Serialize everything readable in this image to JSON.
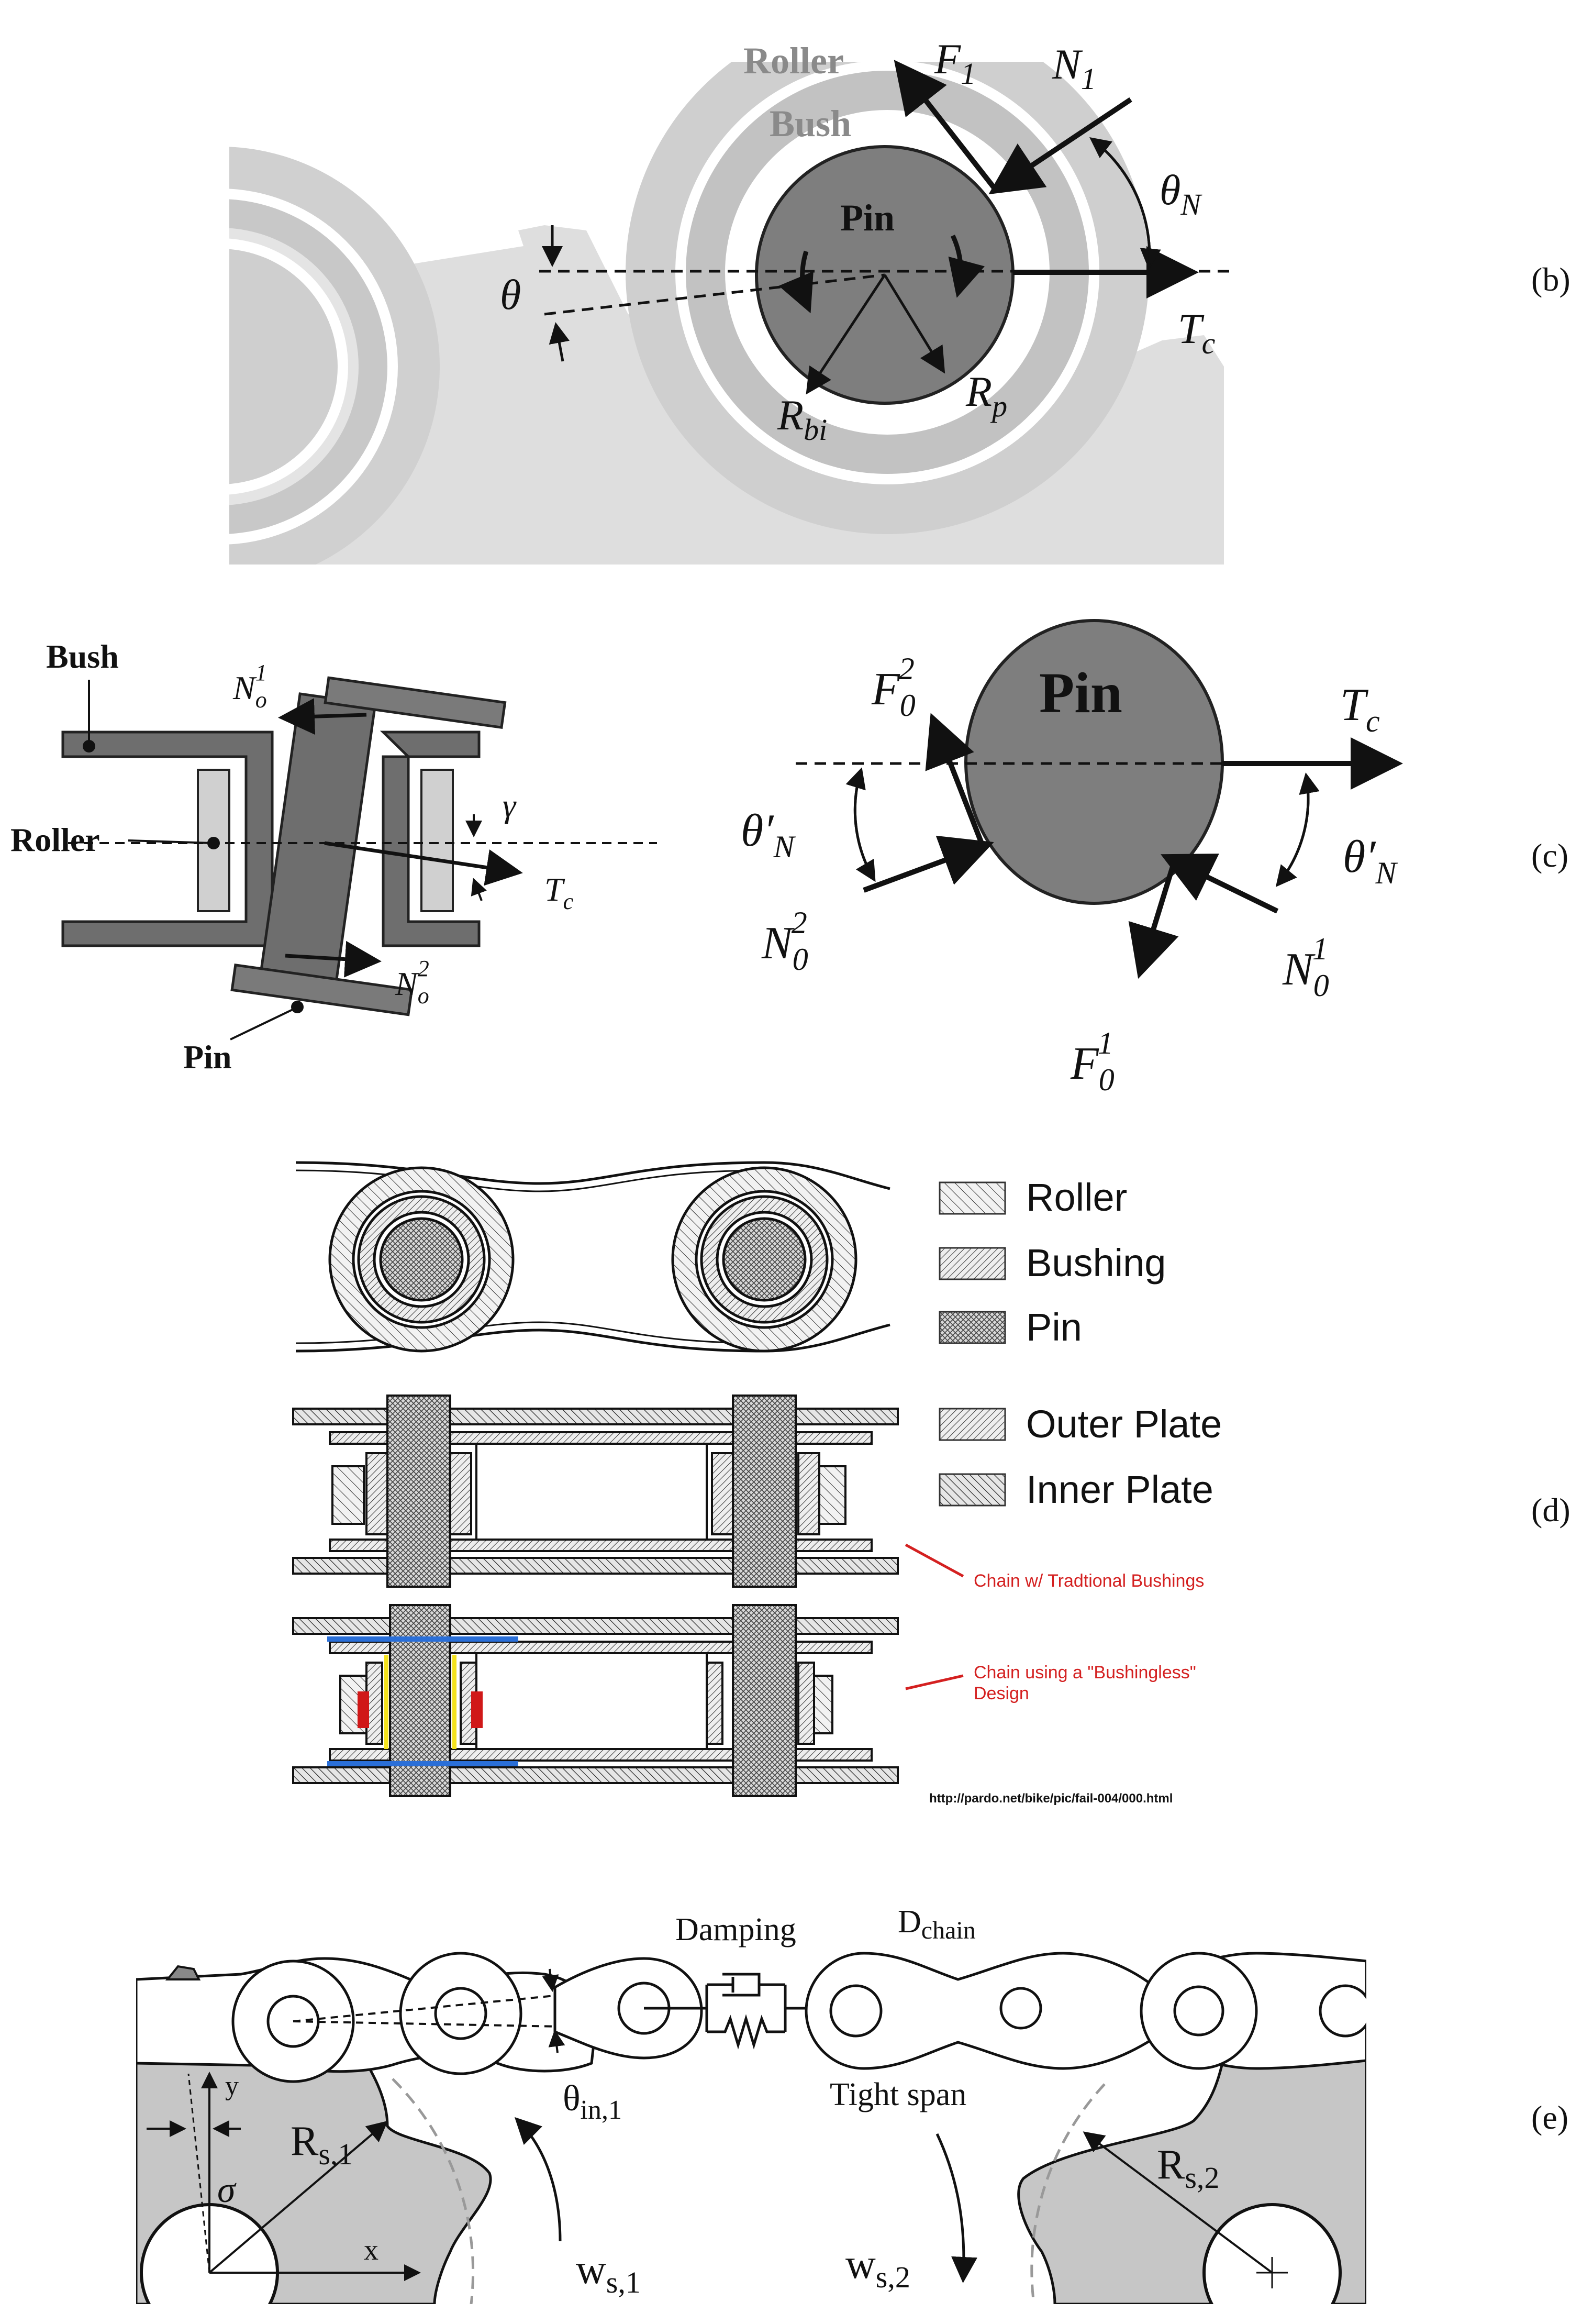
{
  "panels": {
    "b": {
      "tag": "(b)",
      "labels": {
        "roller": "Roller",
        "bush": "Bush",
        "pin": "Pin",
        "f1": "F",
        "f1_sub": "1",
        "n1": "N",
        "n1_sub": "1",
        "theta_n": "θ",
        "theta_n_sub": "N",
        "theta": "θ",
        "tc": "T",
        "tc_sub": "c",
        "rp": "R",
        "rp_sub": "p",
        "rbi": "R",
        "rbi_sub": "bi"
      }
    },
    "c": {
      "tag": "(c)",
      "labels": {
        "bush": "Bush",
        "roller": "Roller",
        "pin": "Pin",
        "no1": "N",
        "no1_sub": "o",
        "no1_sup": "1",
        "no2": "N",
        "no2_sub": "o",
        "no2_sup": "2",
        "gamma": "γ",
        "tc": "T",
        "tc_sub": "c",
        "pin_right": "Pin",
        "f02": "F",
        "f02_sub": "0",
        "f02_sup": "2",
        "tc_right": "T",
        "tc_right_sub": "c",
        "theta_left": "θ′",
        "theta_left_sub": "N",
        "theta_right": "θ′",
        "theta_right_sub": "N",
        "n02": "N",
        "n02_sub": "0",
        "n02_sup": "2",
        "n01": "N",
        "n01_sub": "0",
        "n01_sup": "1",
        "f01": "F",
        "f01_sub": "0",
        "f01_sup": "1"
      }
    },
    "d": {
      "tag": "(d)",
      "legend": [
        "Roller",
        "Bushing",
        "Pin",
        "Outer Plate",
        "Inner Plate"
      ],
      "note_traditional": "Chain w/ Tradtional Bushings",
      "note_bushingless_1": "Chain using a \"Bushingless\"",
      "note_bushingless_2": "Design",
      "url": "http://pardo.net/bike/pic/fail-004/000.html"
    },
    "e": {
      "tag": "(e)",
      "labels": {
        "damping": "Damping",
        "dchain": "D",
        "dchain_sub": "chain",
        "theta_in": "θ",
        "theta_in_sub": "in,1",
        "tight_span": "Tight span",
        "rs1": "R",
        "rs1_sub": "s,1",
        "rs2": "R",
        "rs2_sub": "s,2",
        "sigma": "σ",
        "y": "y",
        "x": "x",
        "ws1": "w",
        "ws1_sub": "s,1",
        "ws2": "w",
        "ws2_sub": "s,2"
      }
    }
  },
  "colors": {
    "light_gray": "#d4d4d4",
    "mid_gray": "#bdbdbd",
    "pin_gray": "#7a7a7a",
    "dark": "#111111",
    "note_red": "#d42020",
    "accent_blue": "#2a6fd8",
    "accent_yellow": "#f4e21c",
    "accent_red": "#d01818"
  }
}
